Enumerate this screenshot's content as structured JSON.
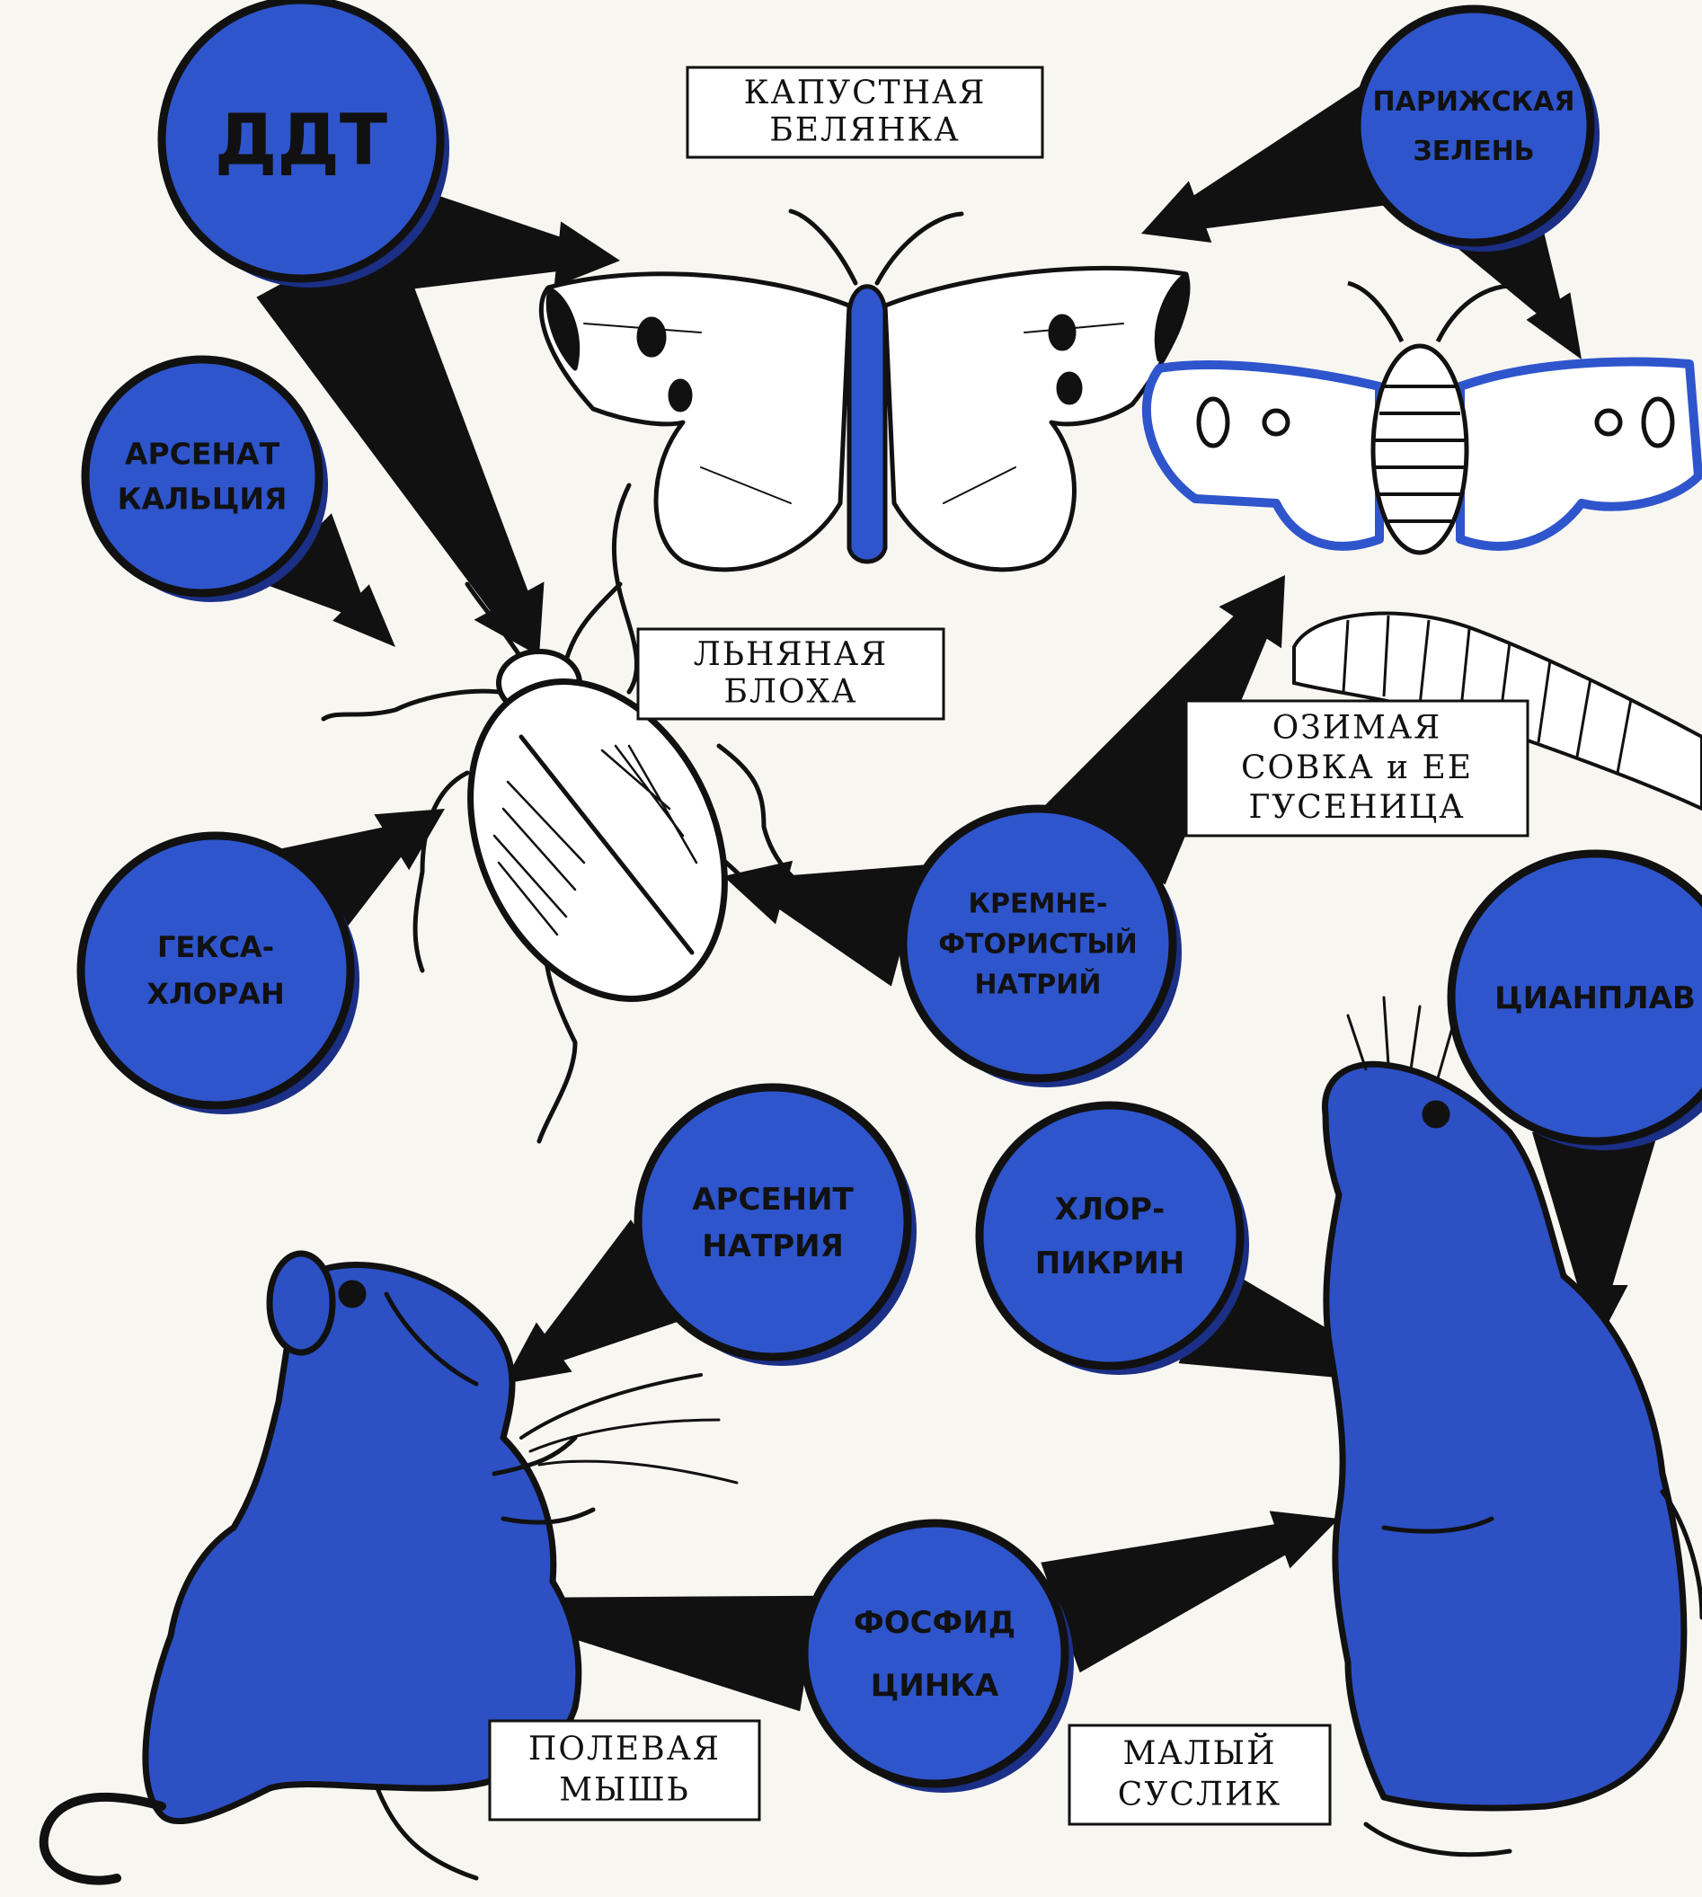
{
  "colors": {
    "circle": "#2f55cc",
    "circle_shadow": "#1b2f86",
    "animal_fill": "#2d50c4",
    "ink": "#111111",
    "paper": "#f7f6f1"
  },
  "chemicals": [
    {
      "id": "ddt",
      "lines": [
        "ДДТ"
      ]
    },
    {
      "id": "paris_green",
      "lines": [
        "ПАРИЖСКАЯ",
        "ЗЕЛЕНЬ"
      ]
    },
    {
      "id": "calcium_arsenate",
      "lines": [
        "АРСЕНАТ",
        "КАЛЬЦИЯ"
      ]
    },
    {
      "id": "hexachloran",
      "lines": [
        "ГЕКСА-",
        "ХЛОРАН"
      ]
    },
    {
      "id": "sodium_fluorosilicate",
      "lines": [
        "КРЕМНЕ-",
        "ФТОРИСТЫЙ",
        "НАТРИЙ"
      ]
    },
    {
      "id": "cyanplav",
      "lines": [
        "ЦИАНПЛАВ"
      ]
    },
    {
      "id": "sodium_arsenite",
      "lines": [
        "АРСЕНИТ",
        "НАТРИЯ"
      ]
    },
    {
      "id": "chloropicrin",
      "lines": [
        "ХЛОР-",
        "ПИКРИН"
      ]
    },
    {
      "id": "zinc_phosphide",
      "lines": [
        "ФОСФИД",
        "ЦИНКА"
      ]
    }
  ],
  "pests": [
    {
      "id": "cabbage_white",
      "lines": [
        "КАПУСТНАЯ",
        "БЕЛЯНКА"
      ],
      "icon": "butterfly-icon"
    },
    {
      "id": "flea_beetle",
      "lines": [
        "ЛЬНЯНАЯ",
        "БЛОХА"
      ],
      "icon": "beetle-icon"
    },
    {
      "id": "cutworm",
      "lines": [
        "ОЗИМАЯ",
        "СОВКА и ЕЕ",
        "ГУСЕНИЦА"
      ],
      "icon": "moth-icon"
    },
    {
      "id": "field_mouse",
      "lines": [
        "ПОЛЕВАЯ",
        "МЫШЬ"
      ],
      "icon": "mouse-icon"
    },
    {
      "id": "ground_squirrel",
      "lines": [
        "МАЛЫЙ",
        "СУСЛИК"
      ],
      "icon": "ground-squirrel-icon"
    }
  ],
  "links": [
    {
      "from": "ddt",
      "to": "cabbage_white"
    },
    {
      "from": "ddt",
      "to": "flea_beetle"
    },
    {
      "from": "paris_green",
      "to": "cabbage_white"
    },
    {
      "from": "paris_green",
      "to": "cutworm"
    },
    {
      "from": "calcium_arsenate",
      "to": "flea_beetle"
    },
    {
      "from": "hexachloran",
      "to": "flea_beetle"
    },
    {
      "from": "sodium_fluorosilicate",
      "to": "flea_beetle"
    },
    {
      "from": "sodium_fluorosilicate",
      "to": "cutworm"
    },
    {
      "from": "cyanplav",
      "to": "ground_squirrel"
    },
    {
      "from": "sodium_arsenite",
      "to": "field_mouse"
    },
    {
      "from": "chloropicrin",
      "to": "ground_squirrel"
    },
    {
      "from": "zinc_phosphide",
      "to": "field_mouse"
    },
    {
      "from": "zinc_phosphide",
      "to": "ground_squirrel"
    }
  ]
}
